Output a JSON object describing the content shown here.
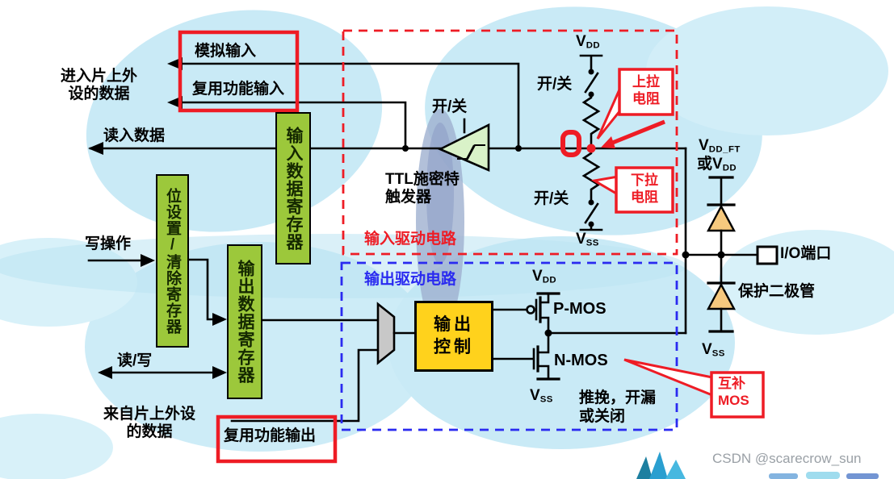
{
  "colors": {
    "annotation_red": "#ee1c25",
    "driver_blue": "#2a2af0",
    "register_green": "#9cc83b",
    "control_yellow": "#ffd21c",
    "trigger_green": "#d9f2c8",
    "diode_orange": "#f6c97e",
    "wing_blue": "#c9eaf6",
    "watermark_gray": "#9aa0a6"
  },
  "labels": {
    "data_to_peripheral": [
      "进入片上外",
      "设的数据"
    ],
    "analog_input": "模拟输入",
    "alt_func_input": "复用功能输入",
    "read_data": "读入数据",
    "write_op": "写操作",
    "read_write": "读/写",
    "data_from_peripheral": [
      "来自片上外设",
      "的数据"
    ],
    "alt_func_output": "复用功能输出",
    "input_data_register": "输入数据寄存器",
    "bit_set_clear_register": "位设置/清除寄存器",
    "output_data_register": "输出数据寄存器",
    "on_off": "开/关",
    "ttl_schmitt": [
      "TTL施密特",
      "触发器"
    ],
    "input_driver_circuit": "输入驱动电路",
    "output_driver_circuit": "输出驱动电路",
    "output_control": [
      "输出",
      "控制"
    ],
    "pull_up_resistor": [
      "上拉",
      "电阻"
    ],
    "pull_down_resistor": [
      "下拉",
      "电阻"
    ],
    "pmos": "P-MOS",
    "nmos": "N-MOS",
    "push_pull": [
      "推挽，开漏",
      "或关闭"
    ],
    "complementary_mos": [
      "互补",
      "MOS"
    ],
    "io_port": "I/O端口",
    "protection_diode": "保护二极管",
    "watermark": "CSDN @scarecrow_sun"
  },
  "power": {
    "v": "V",
    "dd": "DD",
    "ss": "SS",
    "dd_ft": "DD_FT",
    "or_word": "或"
  }
}
